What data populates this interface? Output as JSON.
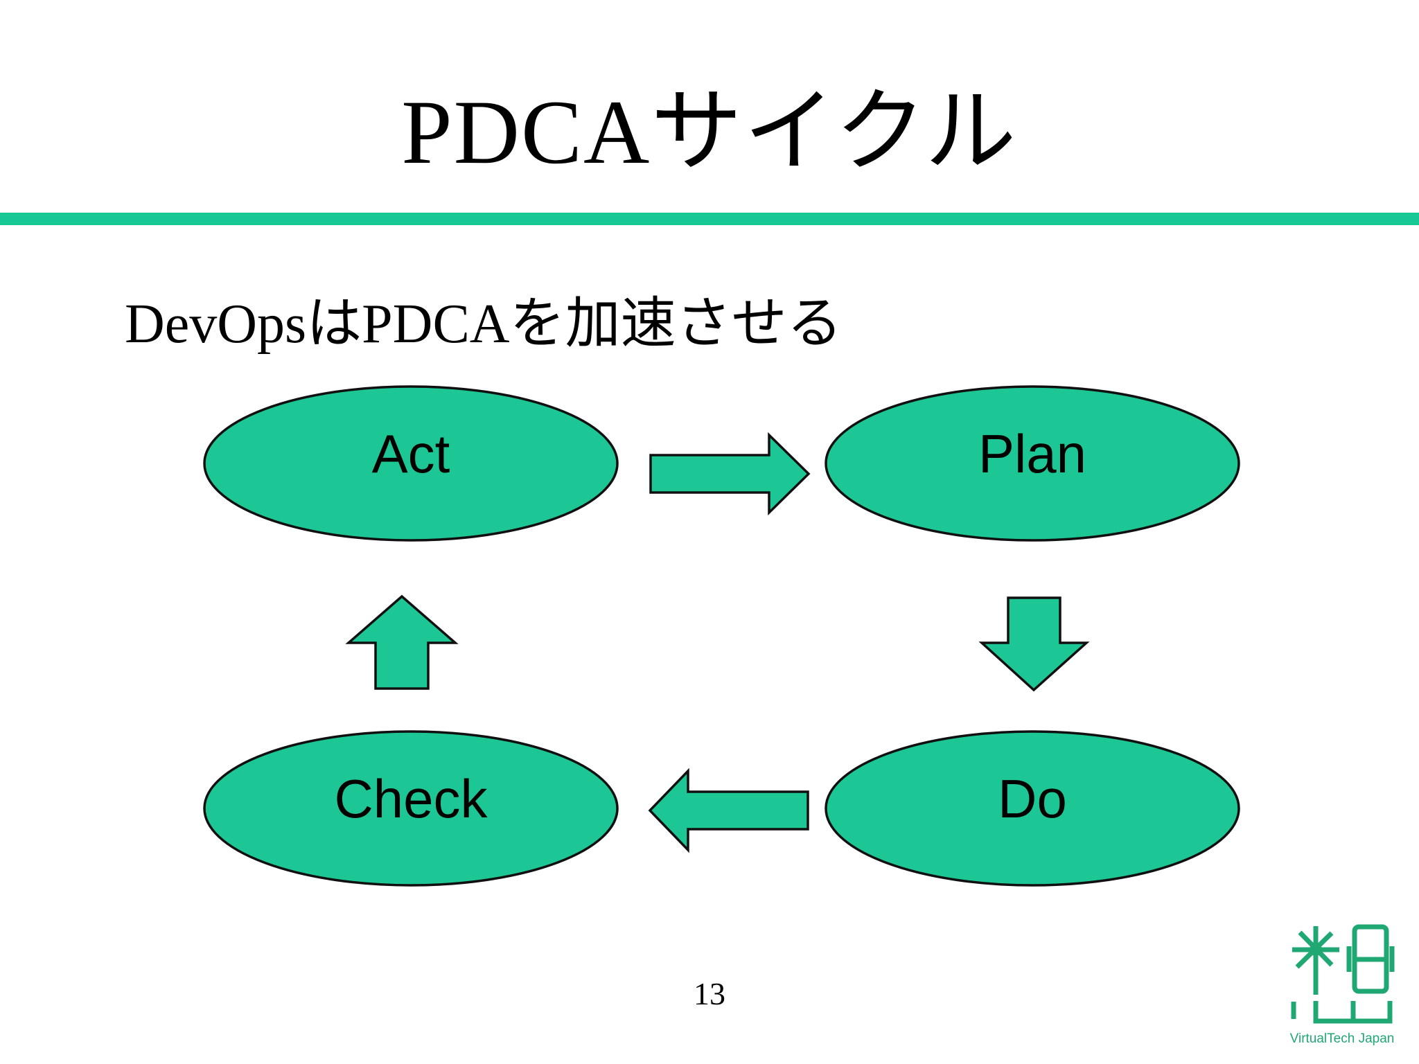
{
  "slide": {
    "title": "PDCAサイクル",
    "subtitle": "DevOpsはPDCAを加速させる",
    "page_number": "13"
  },
  "diagram": {
    "type": "cycle",
    "nodes": [
      {
        "id": "act",
        "label": "Act"
      },
      {
        "id": "plan",
        "label": "Plan"
      },
      {
        "id": "check",
        "label": "Check"
      },
      {
        "id": "do",
        "label": "Do"
      }
    ],
    "flow": [
      "Act → Plan",
      "Plan → Do",
      "Do → Check",
      "Check → Act"
    ],
    "colors": {
      "node_fill": "#1dc795",
      "node_stroke": "#101010",
      "accent_rule": "#17c895"
    }
  },
  "logo": {
    "text": "VirtualTech Japan",
    "color": "#1fa873"
  }
}
